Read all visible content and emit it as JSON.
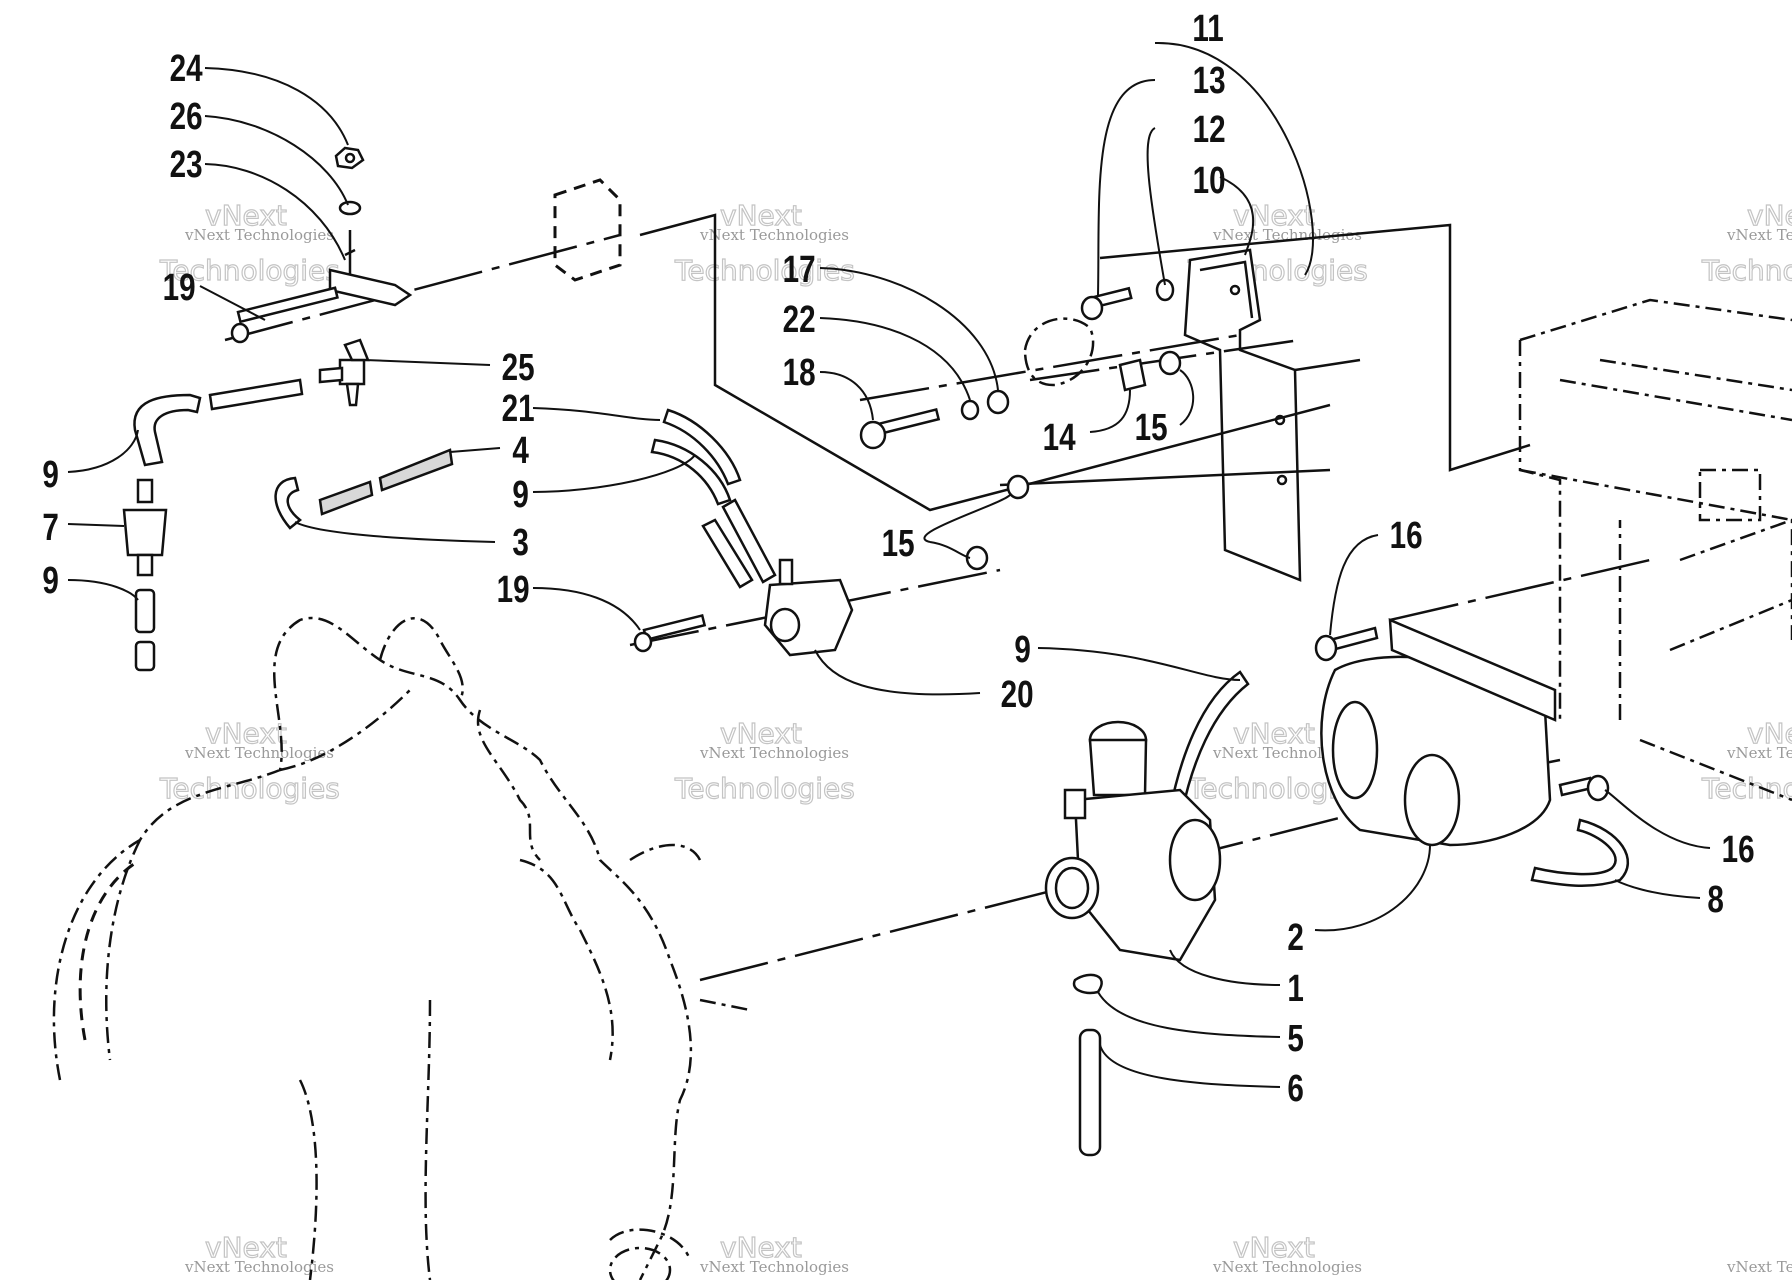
{
  "callouts": [
    {
      "id": "c24",
      "text": "24"
    },
    {
      "id": "c26",
      "text": "26"
    },
    {
      "id": "c23",
      "text": "23"
    },
    {
      "id": "c19a",
      "text": "19"
    },
    {
      "id": "c25",
      "text": "25"
    },
    {
      "id": "c21",
      "text": "21"
    },
    {
      "id": "c4",
      "text": "4"
    },
    {
      "id": "c9a",
      "text": "9"
    },
    {
      "id": "c7",
      "text": "7"
    },
    {
      "id": "c9b",
      "text": "9"
    },
    {
      "id": "c9c",
      "text": "9"
    },
    {
      "id": "c3",
      "text": "3"
    },
    {
      "id": "c19b",
      "text": "19"
    },
    {
      "id": "c17",
      "text": "17"
    },
    {
      "id": "c22",
      "text": "22"
    },
    {
      "id": "c18",
      "text": "18"
    },
    {
      "id": "c14",
      "text": "14"
    },
    {
      "id": "c15a",
      "text": "15"
    },
    {
      "id": "c15b",
      "text": "15"
    },
    {
      "id": "c11",
      "text": "11"
    },
    {
      "id": "c13",
      "text": "13"
    },
    {
      "id": "c12",
      "text": "12"
    },
    {
      "id": "c10",
      "text": "10"
    },
    {
      "id": "c16a",
      "text": "16"
    },
    {
      "id": "c16b",
      "text": "16"
    },
    {
      "id": "c20",
      "text": "20"
    },
    {
      "id": "c9d",
      "text": "9"
    },
    {
      "id": "c8",
      "text": "8"
    },
    {
      "id": "c2",
      "text": "2"
    },
    {
      "id": "c1",
      "text": "1"
    },
    {
      "id": "c5",
      "text": "5"
    },
    {
      "id": "c6",
      "text": "6"
    }
  ],
  "watermark": {
    "line1": "vNext",
    "line2": "vNext Technologies",
    "line3": "Technologies"
  }
}
